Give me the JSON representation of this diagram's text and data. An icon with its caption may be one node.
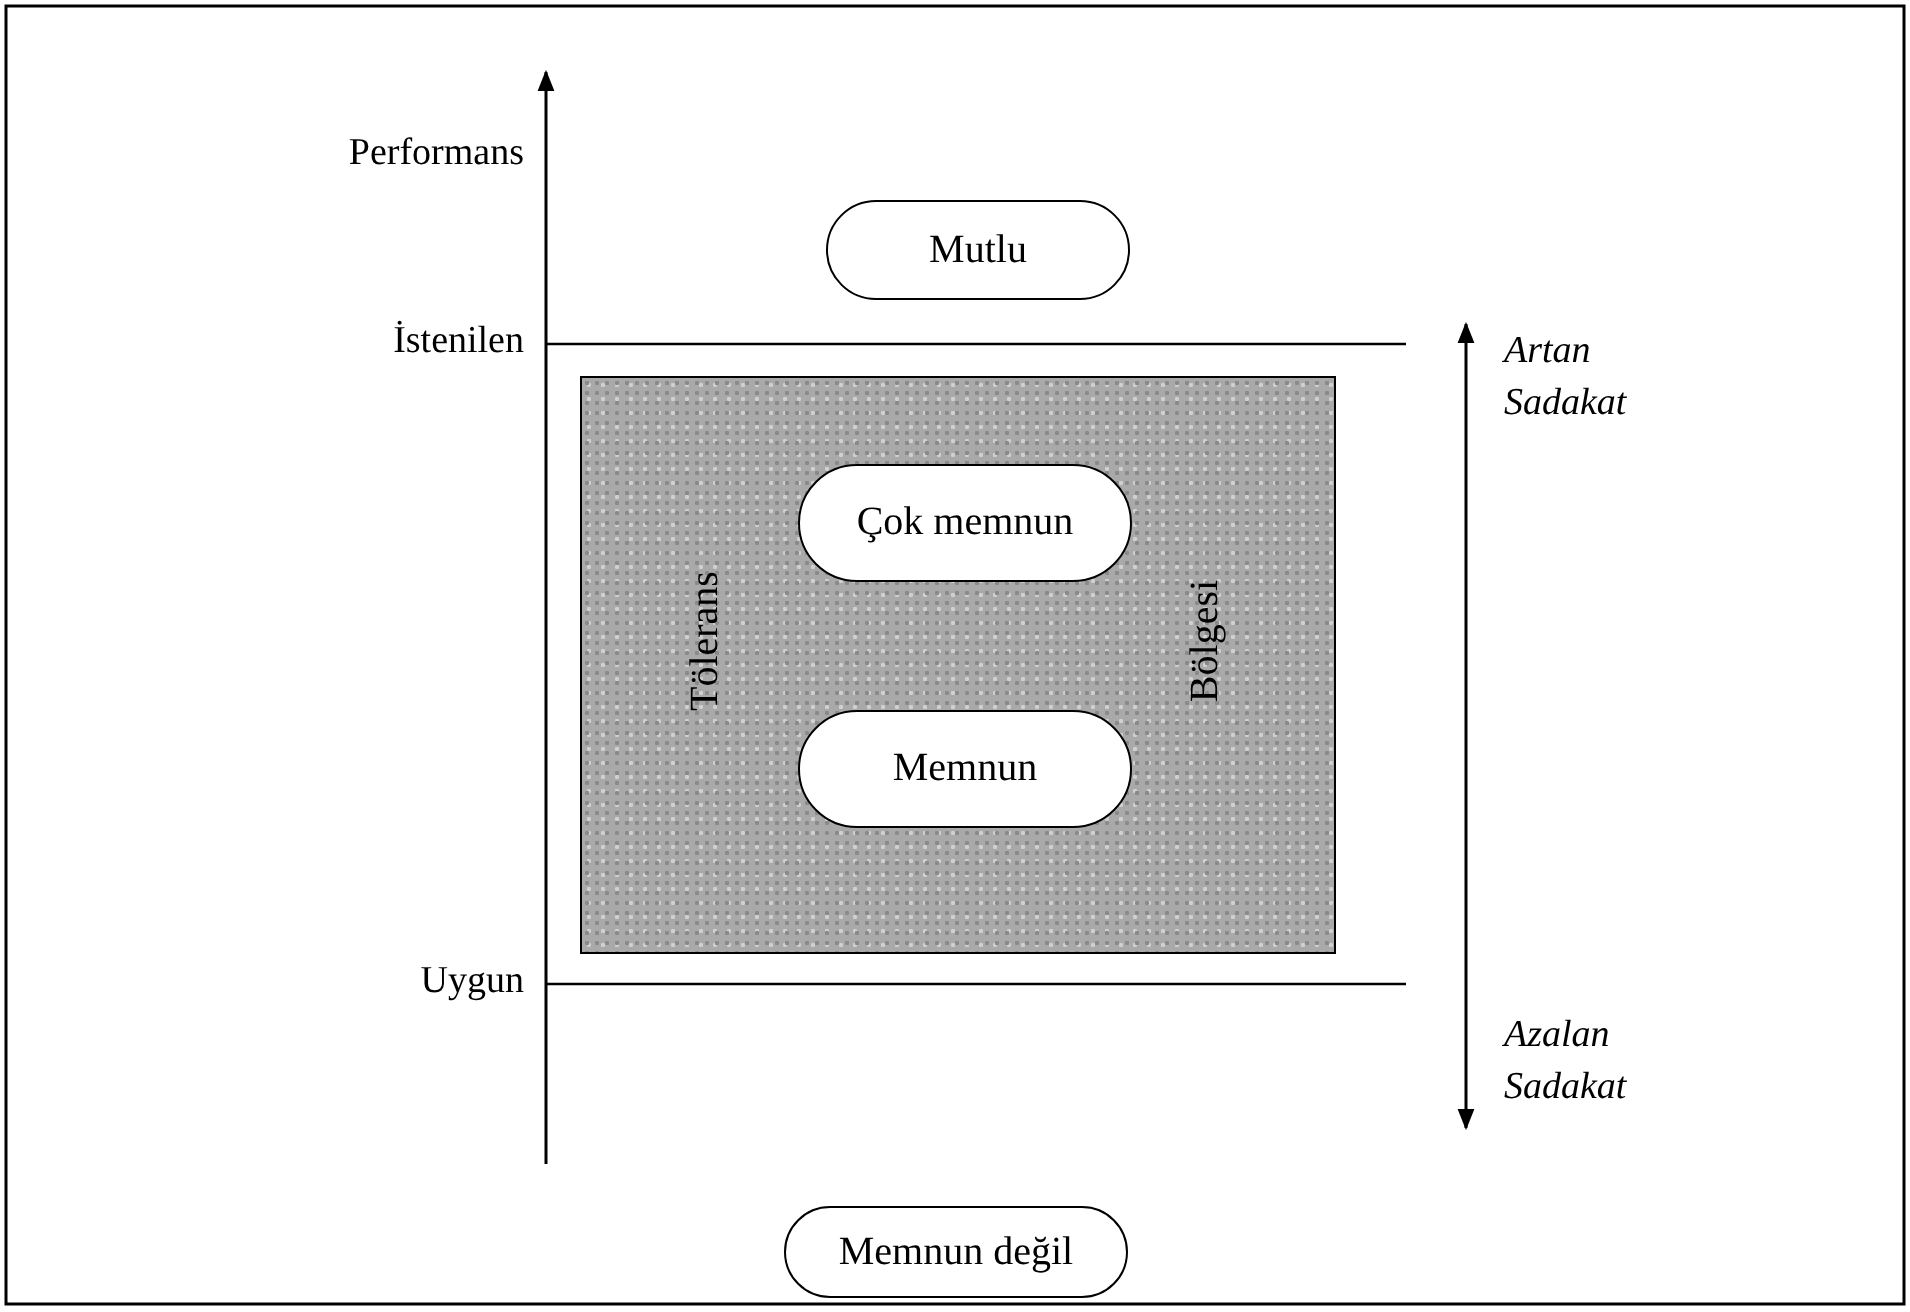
{
  "diagram": {
    "nodes": [
      {
        "text": [
          "Mutlu"
        ]
      },
      {
        "text": [
          "Tölerans",
          "Bölgesi"
        ]
      },
      {
        "text": [
          "Çok memnun"
        ],
        "in": 1
      },
      {
        "text": [
          "Memnun"
        ],
        "in": 1
      },
      {
        "text": [
          "Memnun değil"
        ]
      }
    ],
    "labels": [
      "Performans",
      "İstenilen",
      "Artan Sadakat",
      "Uygun",
      "Azalan Sadakat"
    ]
  }
}
